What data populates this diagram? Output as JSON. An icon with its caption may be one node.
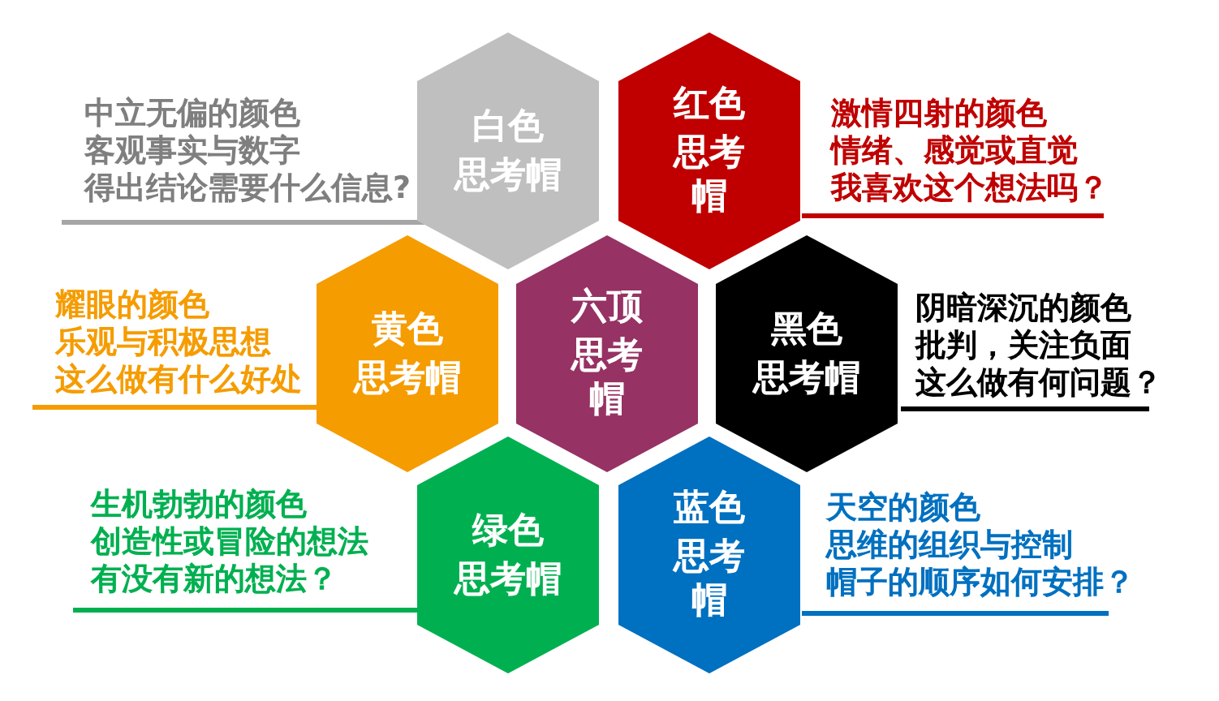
{
  "diagram": {
    "nodes": [
      {
        "text": [
          "白色",
          "思考帽"
        ],
        "beside": [
          "中立无偏的颜色",
          "客观事实与数字",
          "得出结论需要什么信息?"
        ]
      },
      {
        "text": [
          "红色",
          "思考帽"
        ],
        "beside": [
          "激情四射的颜色",
          "情绪、感觉或直觉",
          "我喜欢这个想法吗？"
        ]
      },
      {
        "text": [
          "黄色",
          "思考帽"
        ],
        "beside": [
          "耀眼的颜色",
          "乐观与积极思想",
          "这么做有什么好处"
        ]
      },
      {
        "text": [
          "六顶",
          "思考帽"
        ]
      },
      {
        "text": [
          "黑色",
          "思考帽"
        ],
        "beside": [
          "阴暗深沉的颜色",
          "批判，关注负面",
          "这么做有何问题？"
        ]
      },
      {
        "text": [
          "绿色",
          "思考帽"
        ],
        "beside": [
          "生机勃勃的颜色",
          "创造性或冒险的想法",
          "有没有新的想法？"
        ]
      },
      {
        "text": [
          "蓝色",
          "思考帽"
        ],
        "beside": [
          "天空的颜色",
          "思维的组织与控制",
          "帽子的顺序如何安排？"
        ]
      }
    ]
  }
}
